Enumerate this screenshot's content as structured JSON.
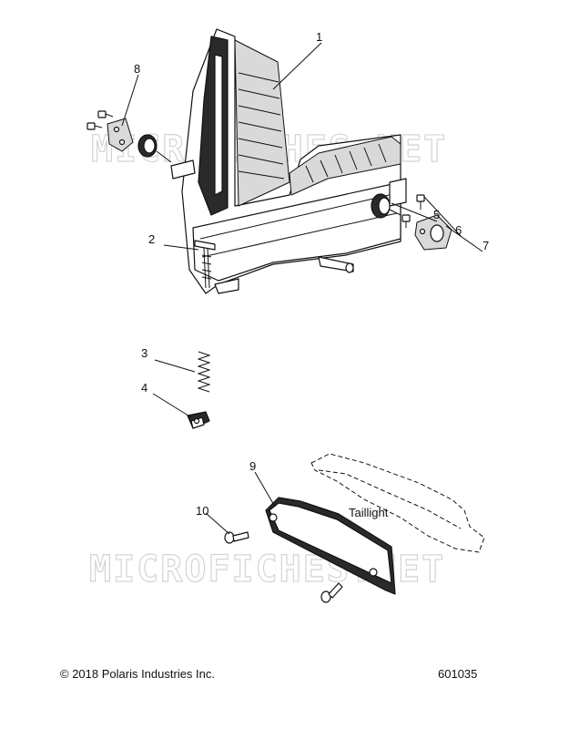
{
  "watermark": "MICROFICHES.NET",
  "callouts": [
    {
      "id": "1",
      "text": "1"
    },
    {
      "id": "2",
      "text": "2"
    },
    {
      "id": "3",
      "text": "3"
    },
    {
      "id": "4",
      "text": "4"
    },
    {
      "id": "5",
      "text": "5"
    },
    {
      "id": "6",
      "text": "6"
    },
    {
      "id": "7",
      "text": "7"
    },
    {
      "id": "8",
      "text": "8"
    },
    {
      "id": "9",
      "text": "9"
    },
    {
      "id": "10",
      "text": "10"
    }
  ],
  "labels": {
    "taillight": "Taillight"
  },
  "footer": {
    "copyright": "© 2018 Polaris Industries Inc.",
    "doc_number": "601035"
  }
}
